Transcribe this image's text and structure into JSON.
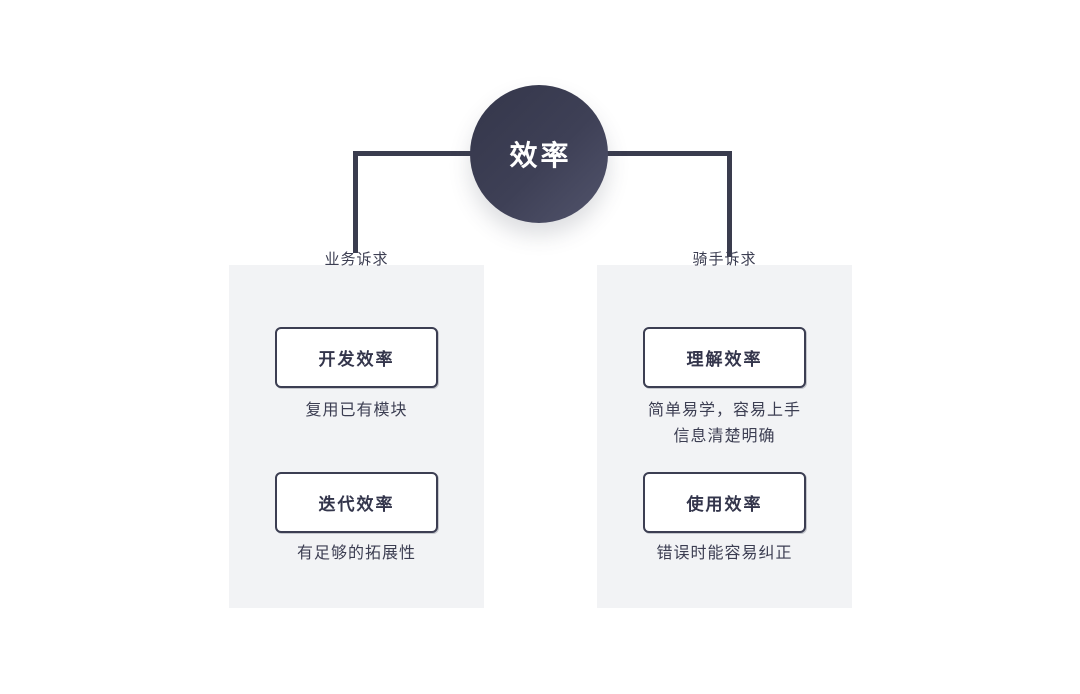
{
  "root": {
    "label": "效率"
  },
  "colors": {
    "circle_gradient_from": "#34364A",
    "circle_gradient_to": "#52546C",
    "connector_line": "#3A3C4E",
    "panel_background": "#F2F3F5",
    "box_border": "#3C3E52",
    "box_background": "#ffffff",
    "title_text": "#33354B",
    "body_text": "#3C3E52",
    "root_text": "#ffffff"
  },
  "branches": [
    {
      "label": "业务诉求",
      "items": [
        {
          "title": "开发效率",
          "desc": [
            "复用已有模块"
          ]
        },
        {
          "title": "迭代效率",
          "desc": [
            "有足够的拓展性"
          ]
        }
      ]
    },
    {
      "label": "骑手诉求",
      "items": [
        {
          "title": "理解效率",
          "desc": [
            "简单易学，容易上手",
            "信息清楚明确"
          ]
        },
        {
          "title": "使用效率",
          "desc": [
            "错误时能容易纠正"
          ]
        }
      ]
    }
  ]
}
